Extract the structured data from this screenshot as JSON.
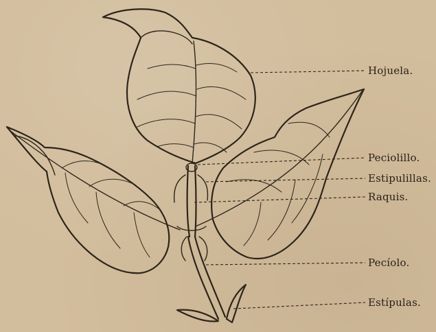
{
  "labels": {
    "hojuela": "Hojuela.",
    "peciolillo": "Peciolillo.",
    "estipulillas": "Estipulillas.",
    "raquis": "Raquis.",
    "peciolo": "Pecíolo.",
    "estipulas": "Estípulas."
  }
}
